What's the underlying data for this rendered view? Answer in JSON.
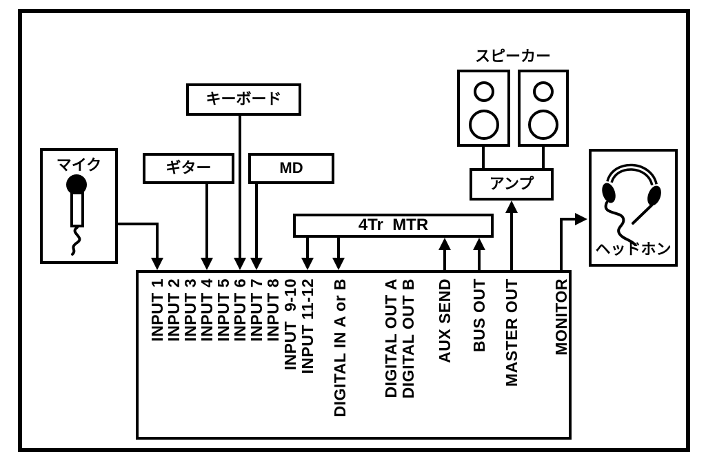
{
  "devices": {
    "mic": "マイク",
    "guitar": "ギター",
    "keyboard": "キーボード",
    "md": "MD",
    "mtr": "4Tr  MTR",
    "speakers": "スピーカー",
    "amp": "アンプ",
    "headphones": "ヘッドホン"
  },
  "mixer": {
    "inputs": [
      "INPUT 1",
      "INPUT 2",
      "INPUT 3",
      "INPUT 4",
      "INPUT 5",
      "INPUT 6",
      "INPUT 7",
      "INPUT 8",
      "INPUT  9-10",
      "INPUT 11-12",
      "DIGITAL IN A or B"
    ],
    "outputs": [
      "DIGITAL OUT A",
      "DIGITAL OUT B",
      "AUX SEND",
      "BUS OUT",
      "MASTER OUT",
      "MONITOR"
    ]
  },
  "connections": [
    {
      "from": "マイク",
      "to": "INPUT 1"
    },
    {
      "from": "ギター",
      "to": "INPUT 4"
    },
    {
      "from": "キーボード",
      "to": "INPUT 6"
    },
    {
      "from": "MD",
      "to": "INPUT 7"
    },
    {
      "from": "4Tr MTR",
      "to": "INPUT 11-12"
    },
    {
      "from": "4Tr MTR",
      "to": "DIGITAL IN A or B"
    },
    {
      "from": "AUX SEND",
      "to": "4Tr MTR"
    },
    {
      "from": "BUS OUT",
      "to": "4Tr MTR"
    },
    {
      "from": "MASTER OUT",
      "to": "アンプ"
    },
    {
      "from": "MONITOR",
      "to": "ヘッドホン"
    },
    {
      "from": "アンプ",
      "to": "スピーカー"
    }
  ],
  "icons": {
    "mic_box": "microphone-icon",
    "headphones_box": "headphones-icon",
    "speaker_boxes": "speaker-cone-circles"
  },
  "colors": {
    "ink": "#000000",
    "background": "#ffffff"
  }
}
